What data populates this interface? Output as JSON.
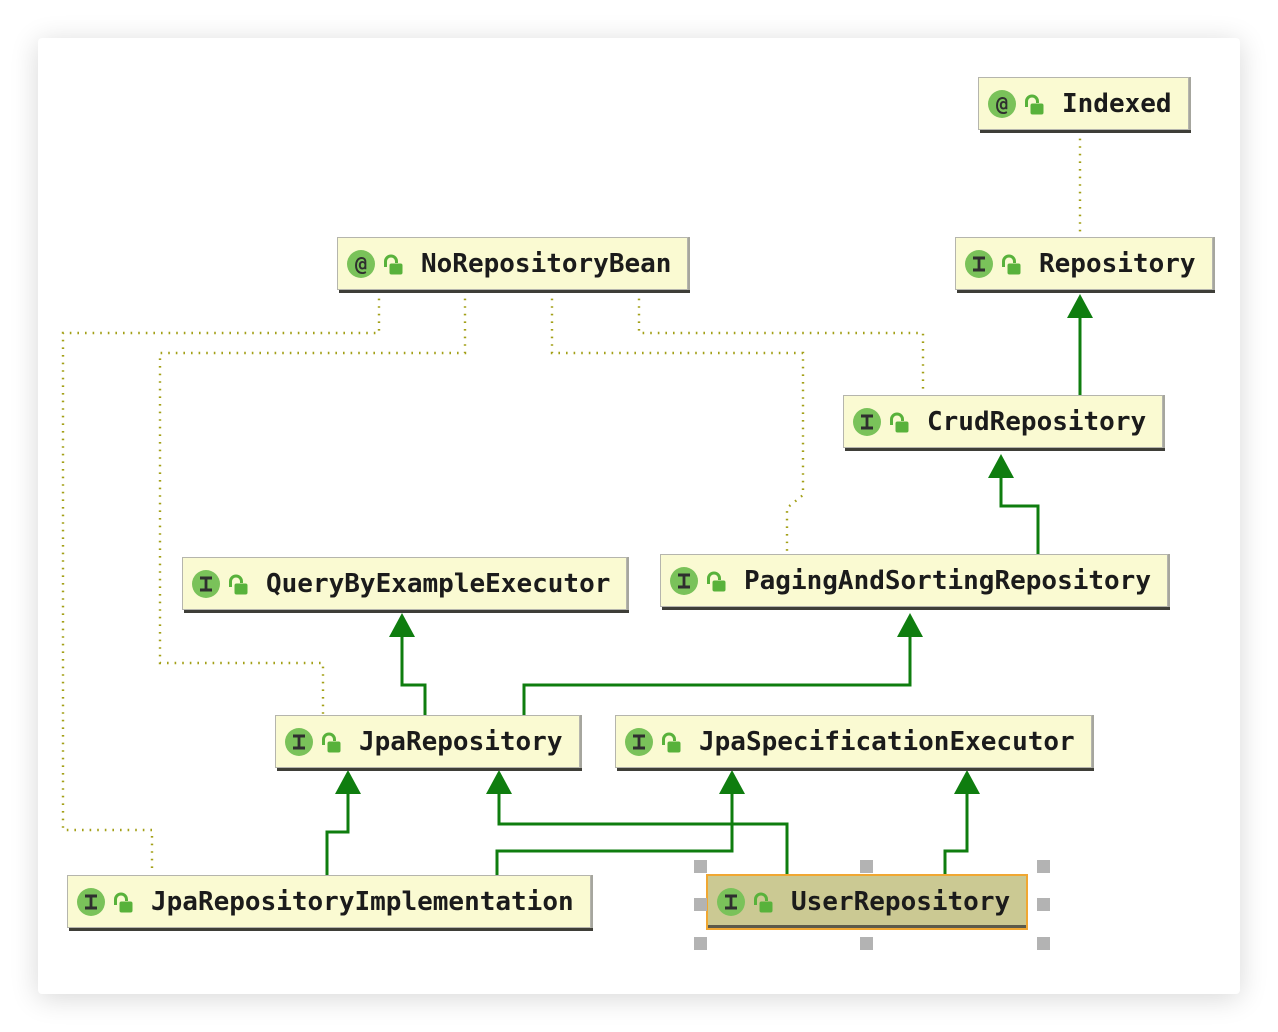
{
  "diagram": {
    "nodes": [
      {
        "id": "Indexed",
        "label": "Indexed",
        "kind": "annotation",
        "locked": false,
        "selected": false
      },
      {
        "id": "NoRepositoryBean",
        "label": "NoRepositoryBean",
        "kind": "annotation",
        "locked": false,
        "selected": false
      },
      {
        "id": "Repository",
        "label": "Repository",
        "kind": "interface",
        "locked": false,
        "selected": false
      },
      {
        "id": "CrudRepository",
        "label": "CrudRepository",
        "kind": "interface",
        "locked": false,
        "selected": false
      },
      {
        "id": "QueryByExampleExecutor",
        "label": "QueryByExampleExecutor",
        "kind": "interface",
        "locked": false,
        "selected": false
      },
      {
        "id": "PagingAndSortingRepository",
        "label": "PagingAndSortingRepository",
        "kind": "interface",
        "locked": false,
        "selected": false
      },
      {
        "id": "JpaRepository",
        "label": "JpaRepository",
        "kind": "interface",
        "locked": false,
        "selected": false
      },
      {
        "id": "JpaSpecificationExecutor",
        "label": "JpaSpecificationExecutor",
        "kind": "interface",
        "locked": false,
        "selected": false
      },
      {
        "id": "JpaRepositoryImplementation",
        "label": "JpaRepositoryImplementation",
        "kind": "interface",
        "locked": false,
        "selected": false
      },
      {
        "id": "UserRepository",
        "label": "UserRepository",
        "kind": "interface",
        "locked": false,
        "selected": true
      }
    ],
    "edges": [
      {
        "from": "CrudRepository",
        "to": "Repository",
        "type": "extends"
      },
      {
        "from": "PagingAndSortingRepository",
        "to": "CrudRepository",
        "type": "extends"
      },
      {
        "from": "JpaRepository",
        "to": "QueryByExampleExecutor",
        "type": "extends"
      },
      {
        "from": "JpaRepository",
        "to": "PagingAndSortingRepository",
        "type": "extends"
      },
      {
        "from": "JpaRepositoryImplementation",
        "to": "JpaRepository",
        "type": "extends"
      },
      {
        "from": "UserRepository",
        "to": "JpaRepository",
        "type": "extends"
      },
      {
        "from": "JpaRepositoryImplementation",
        "to": "JpaSpecificationExecutor",
        "type": "extends"
      },
      {
        "from": "UserRepository",
        "to": "JpaSpecificationExecutor",
        "type": "extends"
      },
      {
        "from": "Indexed",
        "to": "Repository",
        "type": "annotation"
      },
      {
        "from": "NoRepositoryBean",
        "to": "JpaRepositoryImplementation",
        "type": "annotation"
      },
      {
        "from": "NoRepositoryBean",
        "to": "JpaRepository",
        "type": "annotation"
      },
      {
        "from": "NoRepositoryBean",
        "to": "PagingAndSortingRepository",
        "type": "annotation"
      },
      {
        "from": "NoRepositoryBean",
        "to": "CrudRepository",
        "type": "annotation"
      }
    ],
    "colors": {
      "node_fill": "#FAFAD2",
      "node_border": "#B5B5AD",
      "node_shadow": "#3E3E38",
      "selected_fill": "#CBC993",
      "selected_border": "#F0A732",
      "extends_line": "#0F7D0F",
      "annotation_line": "#A3A018",
      "icon_circle_green": "#7AC25A",
      "lock_green": "#58B23B",
      "selection_handle": "#B3B3B3"
    }
  }
}
